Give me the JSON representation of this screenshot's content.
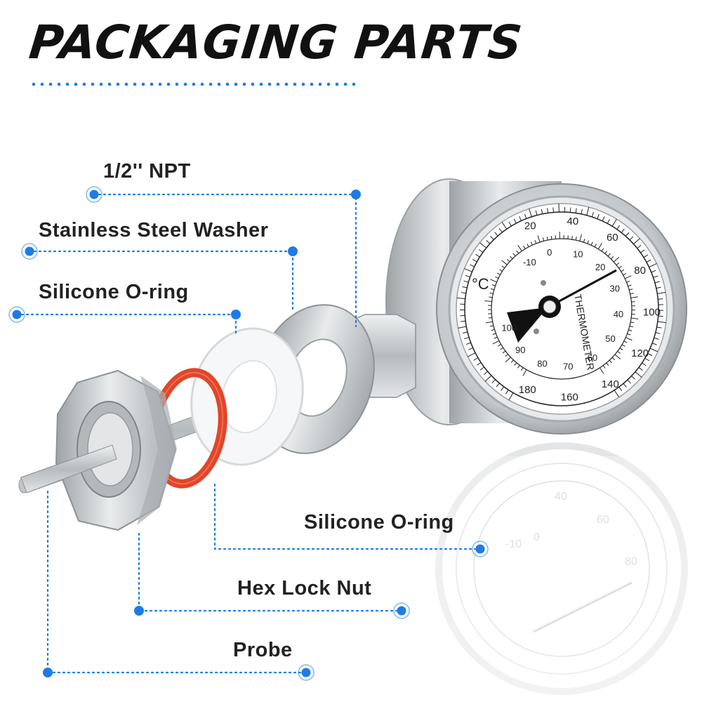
{
  "title": "PACKAGING PARTS",
  "colors": {
    "accent": "#1e7be6",
    "title": "#111111",
    "label": "#222222",
    "oring": "#e0462a",
    "steel": "#c9ccce"
  },
  "labels": {
    "npt": "1/2'' NPT",
    "washer": "Stainless Steel Washer",
    "oring_top": "Silicone O-ring",
    "oring_bottom": "Silicone O-ring",
    "hexnut": "Hex Lock Nut",
    "probe": "Probe"
  },
  "dial": {
    "unit": "°C",
    "brand": "THERMOMETER",
    "inner_ticks": [
      "-10",
      "0",
      "10",
      "20",
      "30",
      "40",
      "50",
      "60",
      "70",
      "80",
      "90",
      "100"
    ],
    "outer_ticks": [
      "20",
      "40",
      "60",
      "80",
      "100",
      "120",
      "140",
      "160",
      "180"
    ]
  },
  "icons": [
    "callout-dot-icon"
  ]
}
